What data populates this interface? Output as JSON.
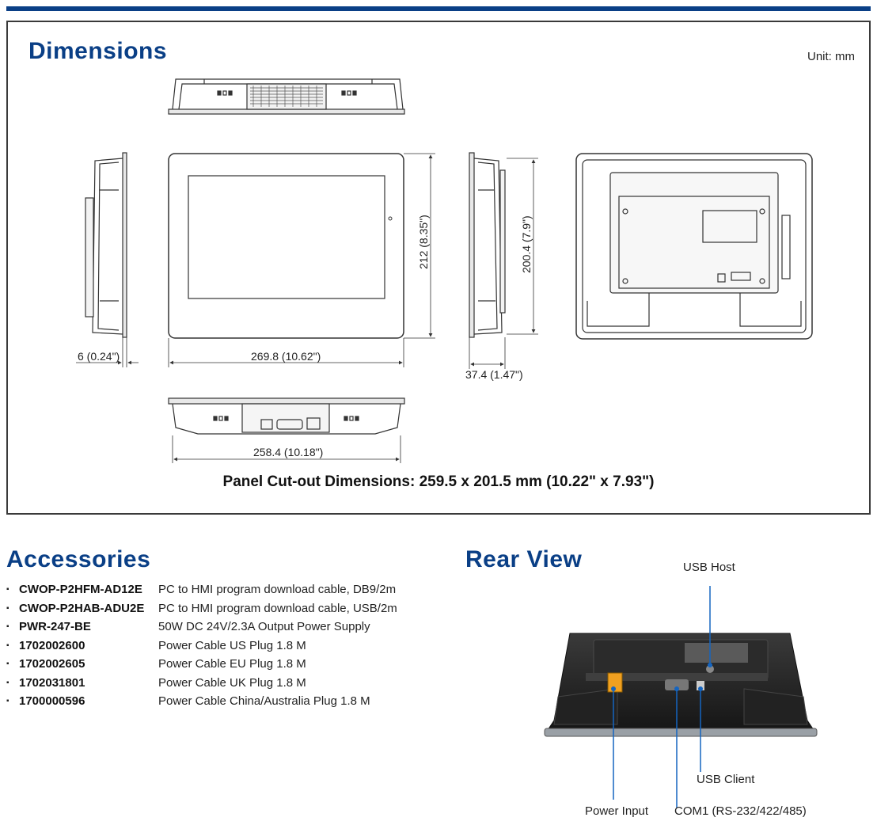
{
  "dimensions": {
    "title": "Dimensions",
    "unit": "Unit: mm",
    "labels": {
      "height_front": "212 (8.35\")",
      "height_side": "200.4 (7.9\")",
      "width_front": "269.8 (10.62\")",
      "depth_left": "6 (0.24\")",
      "depth_right": "37.4 (1.47\")",
      "width_bottom": "258.4 (10.18\")"
    },
    "cutout": "Panel Cut-out Dimensions: 259.5 x 201.5 mm (10.22\" x 7.93\")"
  },
  "accessories": {
    "title": "Accessories",
    "bullet": "▪",
    "items": [
      {
        "code": "CWOP-P2HFM-AD12E",
        "desc": "PC to HMI program download cable, DB9/2m"
      },
      {
        "code": "CWOP-P2HAB-ADU2E",
        "desc": "PC to HMI program download cable, USB/2m"
      },
      {
        "code": "PWR-247-BE",
        "desc": "50W DC 24V/2.3A Output Power Supply"
      },
      {
        "code": "1702002600",
        "desc": "Power Cable US Plug 1.8 M"
      },
      {
        "code": "1702002605",
        "desc": "Power Cable EU Plug 1.8 M"
      },
      {
        "code": "1702031801",
        "desc": "Power Cable UK Plug 1.8 M"
      },
      {
        "code": "1700000596",
        "desc": "Power Cable China/Australia Plug 1.8 M"
      }
    ]
  },
  "rear_view": {
    "title": "Rear View",
    "callouts": {
      "usb_host": "USB Host",
      "usb_client": "USB Client",
      "power_input": "Power Input",
      "com1": "COM1 (RS-232/422/485)"
    }
  },
  "colors": {
    "brand_blue": "#0a3f86",
    "callout_blue": "#1565c0",
    "terminal_orange": "#f0a020"
  }
}
